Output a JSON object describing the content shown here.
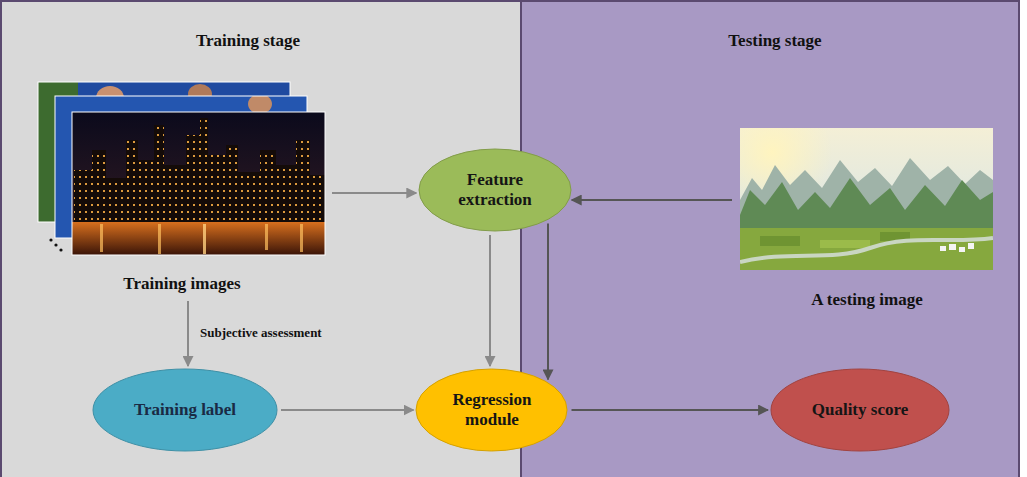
{
  "diagram": {
    "nodes": [
      {
        "text": [
          "Training stage"
        ]
      },
      {
        "text": [
          "Testing stage"
        ]
      },
      {
        "text": [
          "Training images"
        ],
        "in": 0
      },
      {
        "text": [
          "Feature extraction"
        ]
      },
      {
        "text": [
          "A testing image"
        ],
        "in": 1
      },
      {
        "text": [
          "Training label"
        ],
        "in": 0
      },
      {
        "text": [
          "Regression module"
        ]
      },
      {
        "text": [
          "Quality score"
        ],
        "in": 1
      }
    ],
    "edges": [
      {
        "from": 2,
        "to": 3,
        "arrow": "to"
      },
      {
        "from": 4,
        "to": 3,
        "arrow": "to"
      },
      {
        "from": 2,
        "to": 5,
        "label": "Subjective assessment",
        "arrow": "to"
      },
      {
        "from": 3,
        "to": 6,
        "arrow": "to"
      },
      {
        "from": 3,
        "to": 6,
        "arrow": "to"
      },
      {
        "from": 5,
        "to": 6,
        "arrow": "to"
      },
      {
        "from": 6,
        "to": 7,
        "arrow": "to"
      }
    ]
  }
}
